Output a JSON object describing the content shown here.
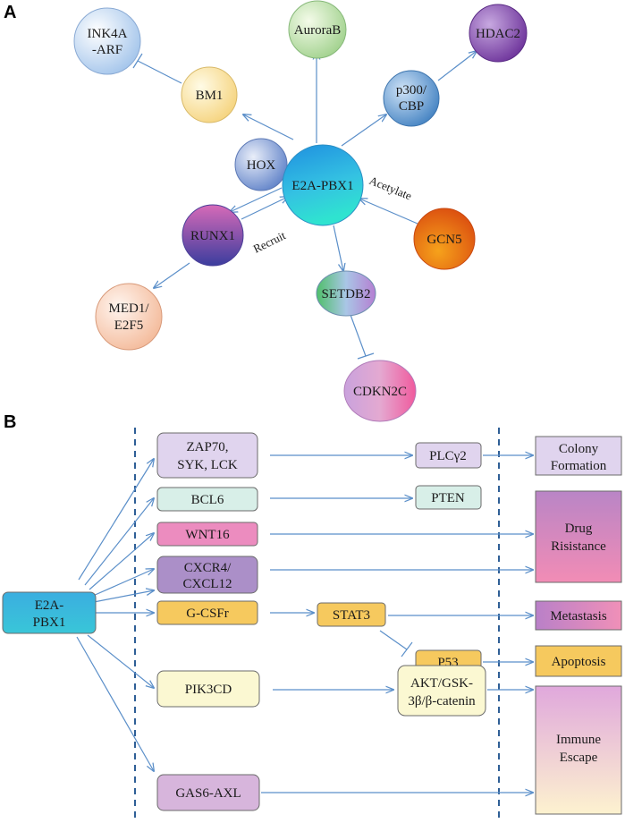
{
  "panel_a": {
    "label": "A",
    "nodes": {
      "ink4a_arf": [
        "INK4A",
        "-ARF"
      ],
      "aurorab": [
        "AuroraB"
      ],
      "hdac2": [
        "HDAC2"
      ],
      "bm1": [
        "BM1"
      ],
      "p300_cbp": [
        "p300/",
        "CBP"
      ],
      "hox": [
        "HOX"
      ],
      "e2a_pbx1": [
        "E2A-PBX1"
      ],
      "runx1": [
        "RUNX1"
      ],
      "gcn5": [
        "GCN5"
      ],
      "setdb2": [
        "SETDB2"
      ],
      "med1_e2f5": [
        "MED1/",
        "E2F5"
      ],
      "cdkn2c": [
        "CDKN2C"
      ]
    },
    "edge_labels": {
      "acetylate": "Acetylate",
      "recruit": "Recruit"
    }
  },
  "panel_b": {
    "label": "B",
    "source": [
      "E2A-",
      "PBX1"
    ],
    "targets": {
      "zap70": [
        "ZAP70,",
        "SYK, LCK"
      ],
      "bcl6": [
        "BCL6"
      ],
      "wnt16": [
        "WNT16"
      ],
      "cxcr4": [
        "CXCR4/",
        "CXCL12"
      ],
      "gcsfr": [
        "G-CSFr"
      ],
      "pik3cd": [
        "PIK3CD"
      ],
      "gas6": [
        "GAS6-AXL"
      ]
    },
    "mediators": {
      "plcg2": [
        "PLCγ2"
      ],
      "pten": [
        "PTEN"
      ],
      "stat3": [
        "STAT3"
      ],
      "p53": [
        "P53"
      ],
      "akt": [
        "AKT/GSK-",
        "3β/β-catenin"
      ]
    },
    "outcomes": {
      "colony": [
        "Colony",
        "Formation"
      ],
      "drug": [
        "Drug",
        "Risistance"
      ],
      "metastasis": [
        "Metastasis"
      ],
      "apoptosis": [
        "Apoptosis"
      ],
      "immune": [
        "Immune",
        "Escape"
      ]
    }
  },
  "colors": {
    "arrow": "#5b8fc9",
    "dashed_line": "#2f5f96",
    "e2a_box": "#3aaee0",
    "zap70": "#e0d4ee",
    "bcl6": "#d8efe8",
    "wnt16": "#ec8cbf",
    "cxcr4": "#ab8fc8",
    "gcsfr": "#f6c95e",
    "pik3cd": "#fbf8d2",
    "gas6": "#d7b5dc"
  }
}
